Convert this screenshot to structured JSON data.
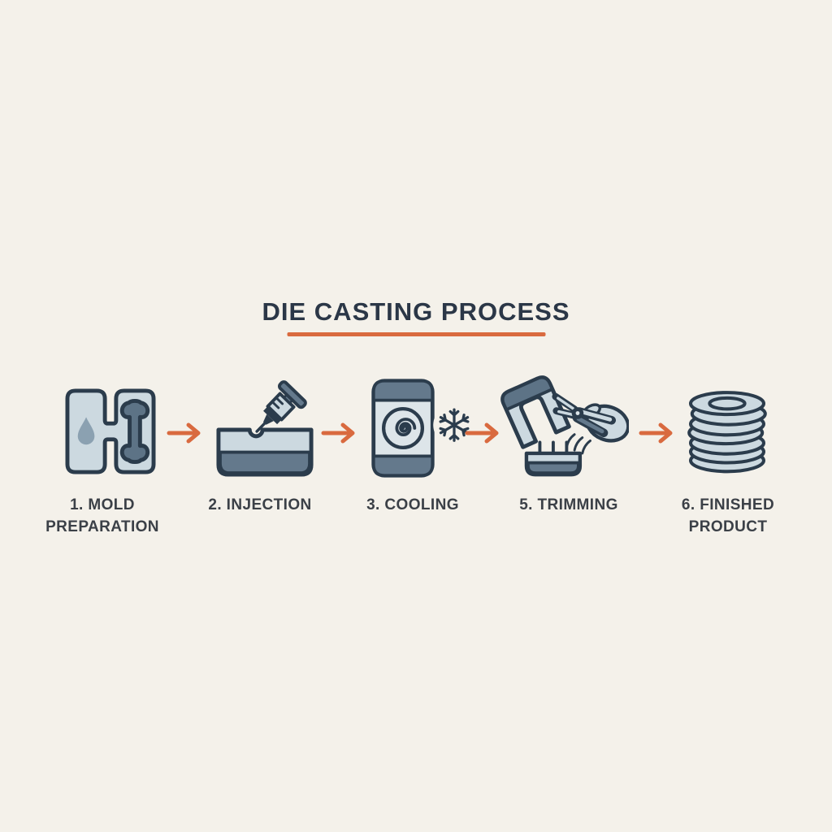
{
  "title": "DIE CASTING PROCESS",
  "steps": [
    {
      "label": "1. MOLD PREPARATION",
      "icon": "mold-halves-icon"
    },
    {
      "label": "2. INJECTION",
      "icon": "syringe-tray-icon"
    },
    {
      "label": "3. COOLING",
      "icon": "mold-snowflake-icon"
    },
    {
      "label": "5. TRIMMING",
      "icon": "pliers-trimming-icon"
    },
    {
      "label": "6. FINISHED PRODUCT",
      "icon": "stacked-rings-icon"
    }
  ],
  "connectors": {
    "type": "arrow-right",
    "count": 4
  },
  "colors": {
    "bg": "#f4f1ea",
    "ink": "#2b3c4c",
    "fill-light": "#ccd9e0",
    "fill-lighter": "#dde5e9",
    "slate": "#64798c",
    "slate-dark": "#5d7386",
    "droplet": "#8ba1b1",
    "accent": "#d96a3f",
    "text": "#3b4047",
    "title": "#2b3747"
  }
}
